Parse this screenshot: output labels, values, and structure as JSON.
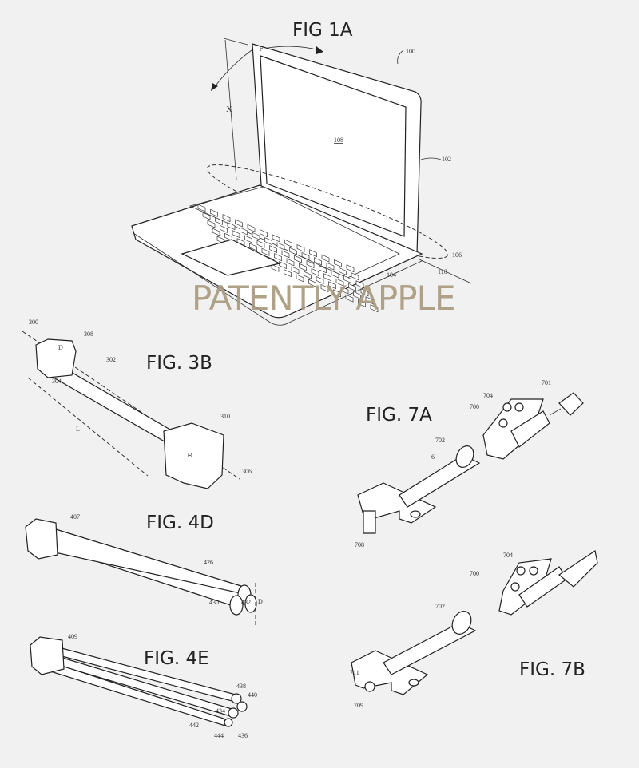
{
  "figures": {
    "fig1a": {
      "title": "FIG 1A",
      "labels": {
        "device": "100",
        "lid": "102",
        "hinge_region": "106",
        "display": "108",
        "axis": "110",
        "base": "104",
        "height": "X",
        "force": "F"
      }
    },
    "fig3b": {
      "title": "FIG. 3B",
      "labels": {
        "assembly": "300",
        "end_block_a": "308",
        "rod": "302",
        "strand": "304",
        "end_block_b": "306",
        "face": "310",
        "length": "L",
        "diameter": "D",
        "angle": "Θ"
      }
    },
    "fig4d": {
      "title": "FIG. 4D",
      "labels": {
        "assembly": "407",
        "rod": "426",
        "rod_b": "430",
        "rod_c": "432",
        "diameter": "D"
      }
    },
    "fig4e": {
      "title": "FIG. 4E",
      "labels": {
        "assembly": "409",
        "rod_a": "438",
        "rod_b": "440",
        "rod_c": "434",
        "rod_d": "442",
        "rod_e": "444",
        "axis": "436"
      }
    },
    "fig7a": {
      "title": "FIG. 7A",
      "labels": {
        "assembly": "700",
        "shaft_end": "701",
        "bracket": "704",
        "spring": "702",
        "spring_arm": "6",
        "knob": "708"
      }
    },
    "fig7b": {
      "title": "FIG. 7B",
      "labels": {
        "assembly": "700",
        "bracket": "704",
        "spring": "702",
        "knob": "709",
        "pin": "711"
      }
    }
  },
  "watermark": "PATENTLY APPLE"
}
